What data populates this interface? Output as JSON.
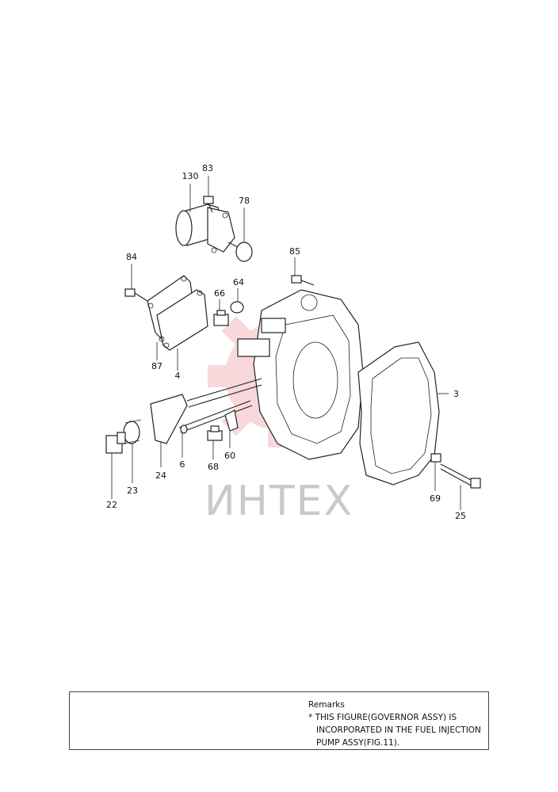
{
  "watermark": "ИНТЕХ",
  "callouts": [
    {
      "id": "c130",
      "label": "130"
    },
    {
      "id": "c83",
      "label": "83"
    },
    {
      "id": "c78",
      "label": "78"
    },
    {
      "id": "c84",
      "label": "84"
    },
    {
      "id": "c85",
      "label": "85"
    },
    {
      "id": "c64",
      "label": "64"
    },
    {
      "id": "c66",
      "label": "66"
    },
    {
      "id": "c87",
      "label": "87"
    },
    {
      "id": "c4",
      "label": "4"
    },
    {
      "id": "c3",
      "label": "3"
    },
    {
      "id": "c24",
      "label": "24"
    },
    {
      "id": "c6",
      "label": "6"
    },
    {
      "id": "c68",
      "label": "68"
    },
    {
      "id": "c60",
      "label": "60"
    },
    {
      "id": "c23",
      "label": "23"
    },
    {
      "id": "c22",
      "label": "22"
    },
    {
      "id": "c69",
      "label": "69"
    },
    {
      "id": "c25",
      "label": "25"
    }
  ],
  "remarks": {
    "title": "Remarks",
    "lines": [
      "* THIS FIGURE(GOVERNOR ASSY) IS",
      "INCORPORATED IN THE FUEL INJECTION",
      "PUMP ASSY(FIG.11)."
    ]
  }
}
